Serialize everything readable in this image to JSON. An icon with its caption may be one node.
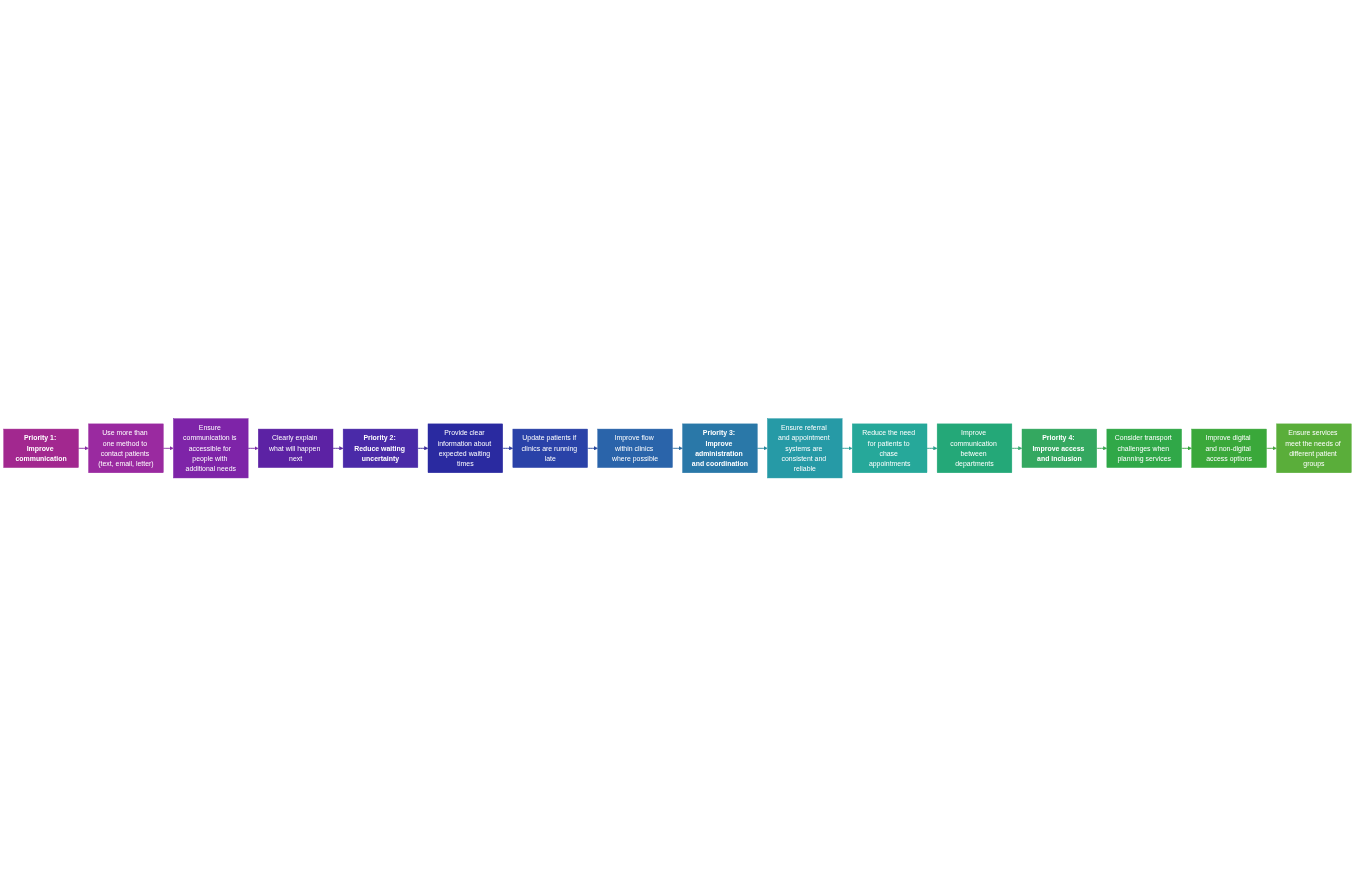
{
  "diagram": {
    "nodes": [
      {
        "text": [
          "Priority 1: Improve communication"
        ]
      },
      {
        "text": [
          "Use more than one method to contact patients (text, email, letter)"
        ]
      },
      {
        "text": [
          "Ensure communication is accessible for people with additional needs"
        ]
      },
      {
        "text": [
          "Clearly explain what will happen next"
        ]
      },
      {
        "text": [
          "Priority 2: Reduce waiting uncertainty"
        ]
      },
      {
        "text": [
          "Provide clear information about expected waiting times"
        ]
      },
      {
        "text": [
          "Update patients if clinics are running late"
        ]
      },
      {
        "text": [
          "Improve flow within clinics where possible"
        ]
      },
      {
        "text": [
          "Priority 3: Improve administration and coordination"
        ]
      },
      {
        "text": [
          "Ensure referral and appointment systems are consistent and reliable"
        ]
      },
      {
        "text": [
          "Reduce the need for patients to chase appointments"
        ]
      },
      {
        "text": [
          "Improve communication between departments"
        ]
      },
      {
        "text": [
          "Priority 4: Improve access and inclusion"
        ]
      },
      {
        "text": [
          "Consider transport challenges when planning services"
        ]
      },
      {
        "text": [
          "Improve digital and non-digital access options"
        ]
      },
      {
        "text": [
          "Ensure services meet the needs of different patient groups"
        ]
      }
    ],
    "edges": [
      {
        "from": 0,
        "to": 1,
        "arrow": "to",
        "color": "#8a2fa6"
      },
      {
        "from": 1,
        "to": 2,
        "arrow": "to",
        "color": "#8a2fa6"
      },
      {
        "from": 2,
        "to": 3,
        "arrow": "to",
        "color": "#7a2aa6"
      },
      {
        "from": 3,
        "to": 4,
        "arrow": "to",
        "color": "#5a2aa0"
      },
      {
        "from": 4,
        "to": 5,
        "arrow": "to",
        "color": "#3a2a9a"
      },
      {
        "from": 5,
        "to": 6,
        "arrow": "to",
        "color": "#2a3a9e"
      },
      {
        "from": 6,
        "to": 7,
        "arrow": "to",
        "color": "#2a4a9e"
      },
      {
        "from": 7,
        "to": 8,
        "arrow": "to",
        "color": "#2a6aa0"
      },
      {
        "from": 8,
        "to": 9,
        "arrow": "to",
        "color": "#2a8aa0"
      },
      {
        "from": 9,
        "to": 10,
        "arrow": "to",
        "color": "#2aa09a"
      },
      {
        "from": 10,
        "to": 11,
        "arrow": "to",
        "color": "#2aa08a"
      },
      {
        "from": 11,
        "to": 12,
        "arrow": "to",
        "color": "#3aaa70"
      },
      {
        "from": 12,
        "to": 13,
        "arrow": "to",
        "color": "#3aa850"
      },
      {
        "from": 13,
        "to": 14,
        "arrow": "to",
        "color": "#3aa840"
      },
      {
        "from": 14,
        "to": 15,
        "arrow": "to",
        "color": "#4aa840"
      }
    ]
  }
}
